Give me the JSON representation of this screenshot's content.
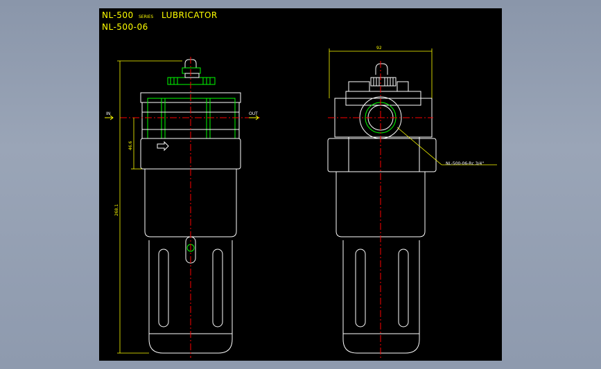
{
  "drawing": {
    "title_line1_a": "NL-500",
    "title_line1_b": "SERIES",
    "title_line1_c": "LUBRICATOR",
    "title_line2": "NL-500-06",
    "label_in": "IN",
    "label_out": "OUT",
    "dim_height": "268.1",
    "dim_port": "46.6",
    "dim_width": "92",
    "callout": "NL-500-06-Rc 3/4\""
  },
  "colors": {
    "background": "#000000",
    "outline": "#ffffff",
    "green": "#00ff00",
    "centerline": "#ff0000",
    "dimension": "#ffff00"
  }
}
